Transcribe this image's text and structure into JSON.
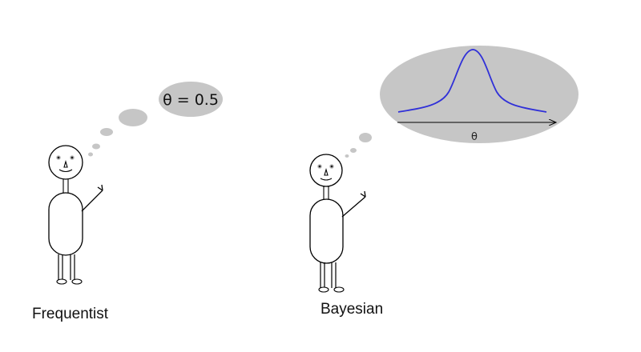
{
  "colors": {
    "thought_fill": "#c6c6c6",
    "curve": "#3030d8",
    "outline": "#000000"
  },
  "frequentist": {
    "label": "Frequentist",
    "thought_text": "θ = 0.5"
  },
  "bayesian": {
    "label": "Bayesian",
    "axis_label": "θ"
  }
}
